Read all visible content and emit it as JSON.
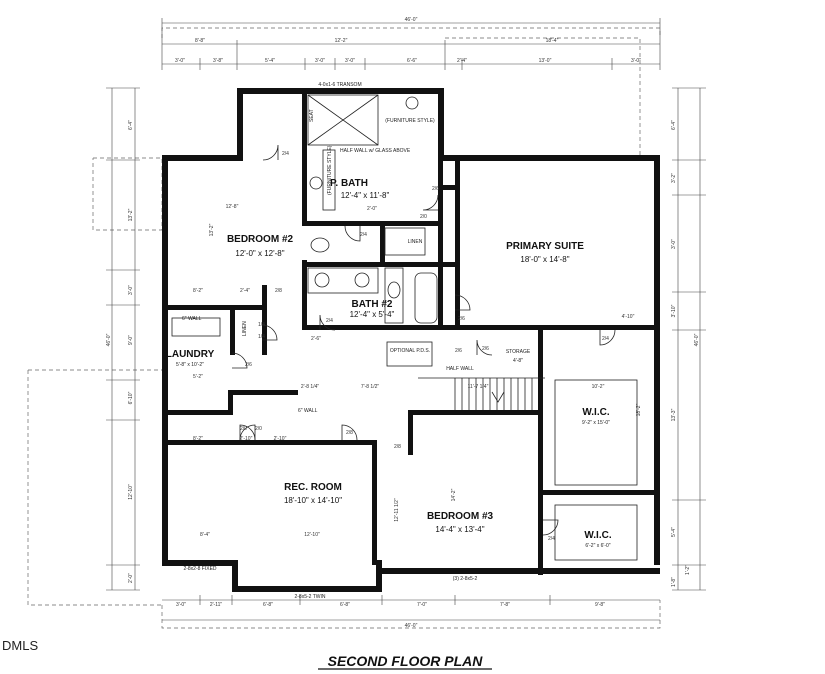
{
  "plan": {
    "title": "SECOND FLOOR PLAN",
    "watermark": "DMLS",
    "rooms": {
      "p_bath": {
        "name": "P. BATH",
        "size": "12'-4\" x 11'-8\""
      },
      "bedroom2": {
        "name": "BEDROOM #2",
        "size": "12'-0\" x 12'-8\""
      },
      "primary": {
        "name": "PRIMARY SUITE",
        "size": "18'-0\" x 14'-8\""
      },
      "bath2": {
        "name": "BATH #2",
        "size": "12'-4\" x 5'-4\""
      },
      "laundry": {
        "name": "LAUNDRY",
        "size": "5'-8\" x 10'-2\""
      },
      "rec": {
        "name": "REC. ROOM",
        "size": "18'-10\" x 14'-10\""
      },
      "bedroom3": {
        "name": "BEDROOM #3",
        "size": "14'-4\" x 13'-4\""
      },
      "wic1": {
        "name": "W.I.C.",
        "size": "9'-2\" x 15'-0\""
      },
      "wic2": {
        "name": "W.I.C.",
        "size": "6'-2\" x 6'-0\""
      }
    },
    "notes": {
      "transom": "4-0x1-6 TRANSOM",
      "furniture1": "(FURNITURE STYLE)",
      "furniture2": "(FURNITURE STYLE)",
      "halfwall_glass": "HALF WALL w/ GLASS ABOVE",
      "linen1": "LINEN",
      "linen2": "LINEN",
      "storage": "STORAGE",
      "storage_size": "4'-8\"",
      "optional": "OPTIONAL P.D.S.",
      "half_wall": "HALF WALL",
      "six_wall_1": "6\" WALL",
      "six_wall_2": "6\" WALL",
      "seat": "SEAT",
      "twin": "2-8x5-2 TWIN",
      "fixed": "2-8x2-8 FIXED",
      "window_b3": "(3) 2-8x5-2"
    },
    "dims": {
      "overall_top": "46'-0\"",
      "overall_bottom": "46'-0\"",
      "overall_left": "46'-0\"",
      "overall_right": "46'-0\"",
      "top_row1": [
        "8'-8\"",
        "12'-2\"",
        "18'-4\""
      ],
      "top_row2": [
        "3'-0\"",
        "3'-8\"",
        "5'-4\"",
        "3'-0\"",
        "3'-0\"",
        "6'-6\"",
        "2'-4\"",
        "13'-0\"",
        "3'-0\""
      ],
      "bottom_row": [
        "3'-0\"",
        "2'-11\"",
        "6'-8\"",
        "6'-8\"",
        "7'-0\"",
        "7'-8\"",
        "9'-8\""
      ],
      "left_col": [
        "6'-4\"",
        "13'-2\"",
        "3'-0\"",
        "9'-0\"",
        "6'-10\"",
        "12'-10\"",
        "2'-0\""
      ],
      "right_col": [
        "6'-4\"",
        "3'-2\"",
        "3'-0\"",
        "13'-3\"",
        "3'-10\"",
        "5'-4\"",
        "1'-8\"",
        "1'-2\""
      ],
      "interior": [
        "12'-8\"",
        "13'-2\"",
        "8'-2\"",
        "2'-4\"",
        "7'-8 1/2\"",
        "2'-8 1/4\"",
        "11'-7 1/4\"",
        "12'-10\"",
        "8'-4\"",
        "10'-2\"",
        "14'-2\"",
        "12'-11 1/2\"",
        "18'-2\"",
        "8'-2\"",
        "2'-10\"",
        "2'-10\"",
        "5'-2\"",
        "2'-0\"",
        "2'-6\"",
        "4'-10\""
      ]
    },
    "doors": [
      "2/4",
      "2/6",
      "2/4",
      "2/0",
      "2/6",
      "2/8",
      "2/4",
      "2/6",
      "2/8",
      "2/4",
      "2/4",
      "2/0",
      "2/0",
      "1/4",
      "1/4",
      "2/6",
      "2/8",
      "2/6"
    ]
  }
}
